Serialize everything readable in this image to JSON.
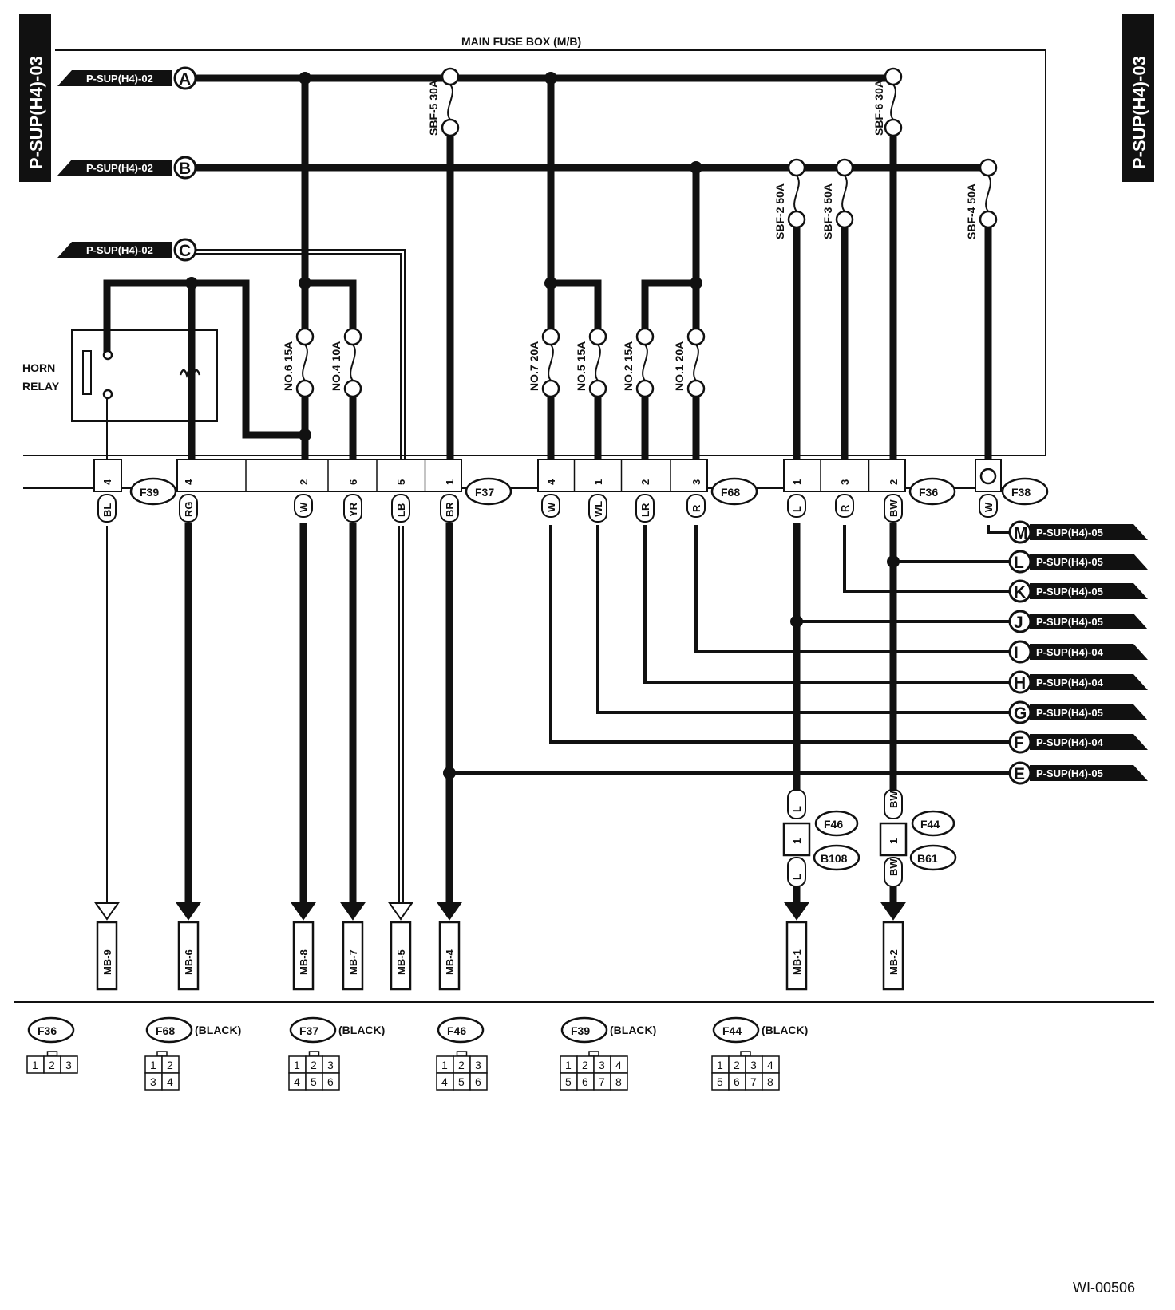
{
  "page_ref_left": "P-SUP(H4)-03",
  "page_ref_right": "P-SUP(H4)-03",
  "fuse_box_title": "MAIN FUSE BOX (M/B)",
  "figure_id": "WI-00506",
  "horn_relay": "HORN RELAY",
  "inputs": [
    {
      "letter": "A",
      "ref": "P-SUP(H4)-02"
    },
    {
      "letter": "B",
      "ref": "P-SUP(H4)-02"
    },
    {
      "letter": "C",
      "ref": "P-SUP(H4)-02"
    }
  ],
  "fuses": [
    {
      "id": "sbf5",
      "label": "SBF-5 30A"
    },
    {
      "id": "sbf6",
      "label": "SBF-6 30A"
    },
    {
      "id": "sbf2",
      "label": "SBF-2 50A"
    },
    {
      "id": "sbf3",
      "label": "SBF-3 50A"
    },
    {
      "id": "sbf4",
      "label": "SBF-4 50A"
    },
    {
      "id": "no6",
      "label": "NO.6 15A"
    },
    {
      "id": "no4",
      "label": "NO.4 10A"
    },
    {
      "id": "no7",
      "label": "NO.7 20A"
    },
    {
      "id": "no5",
      "label": "NO.5 15A"
    },
    {
      "id": "no2",
      "label": "NO.2 15A"
    },
    {
      "id": "no1",
      "label": "NO.1 20A"
    }
  ],
  "connectors": [
    {
      "id": "F39",
      "pins": [
        {
          "pin": "4",
          "color": "BL"
        }
      ]
    },
    {
      "id": "F37",
      "pins": [
        {
          "pin": "4",
          "color": "RG"
        },
        {
          "pin": "2",
          "color": "W"
        },
        {
          "pin": "6",
          "color": "YR"
        },
        {
          "pin": "5",
          "color": "LB"
        },
        {
          "pin": "1",
          "color": "BR"
        }
      ]
    },
    {
      "id": "F68",
      "pins": [
        {
          "pin": "4",
          "color": "W"
        },
        {
          "pin": "1",
          "color": "WL"
        },
        {
          "pin": "2",
          "color": "LR"
        },
        {
          "pin": "3",
          "color": "R"
        }
      ]
    },
    {
      "id": "F36",
      "pins": [
        {
          "pin": "1",
          "color": "L"
        },
        {
          "pin": "3",
          "color": "R"
        },
        {
          "pin": "2",
          "color": "BW"
        }
      ]
    },
    {
      "id": "F38",
      "pins": [
        {
          "pin": "",
          "color": "W"
        }
      ]
    }
  ],
  "outputs_right": [
    {
      "letter": "M",
      "ref": "P-SUP(H4)-05"
    },
    {
      "letter": "L",
      "ref": "P-SUP(H4)-05"
    },
    {
      "letter": "K",
      "ref": "P-SUP(H4)-05"
    },
    {
      "letter": "J",
      "ref": "P-SUP(H4)-05"
    },
    {
      "letter": "I",
      "ref": "P-SUP(H4)-04"
    },
    {
      "letter": "H",
      "ref": "P-SUP(H4)-04"
    },
    {
      "letter": "G",
      "ref": "P-SUP(H4)-05"
    },
    {
      "letter": "F",
      "ref": "P-SUP(H4)-04"
    },
    {
      "letter": "E",
      "ref": "P-SUP(H4)-05"
    }
  ],
  "inline_connectors": [
    {
      "top": "F46",
      "bottom": "B108",
      "pin": "1",
      "color": "L"
    },
    {
      "top": "F44",
      "bottom": "B61",
      "pin": "1",
      "color": "BW"
    }
  ],
  "terminals": [
    "MB-9",
    "MB-6",
    "MB-8",
    "MB-7",
    "MB-5",
    "MB-4",
    "MB-1",
    "MB-2"
  ],
  "legend": [
    {
      "id": "F36",
      "note": "",
      "rows": [
        [
          "1",
          "2",
          "3"
        ]
      ]
    },
    {
      "id": "F68",
      "note": "(BLACK)",
      "rows": [
        [
          "1",
          "2"
        ],
        [
          "3",
          "4"
        ]
      ]
    },
    {
      "id": "F37",
      "note": "(BLACK)",
      "rows": [
        [
          "1",
          "2",
          "3"
        ],
        [
          "4",
          "5",
          "6"
        ]
      ]
    },
    {
      "id": "F46",
      "note": "",
      "rows": [
        [
          "1",
          "2",
          "3"
        ],
        [
          "4",
          "5",
          "6"
        ]
      ]
    },
    {
      "id": "F39",
      "note": "(BLACK)",
      "rows": [
        [
          "1",
          "2",
          "3",
          "4"
        ],
        [
          "5",
          "6",
          "7",
          "8"
        ]
      ]
    },
    {
      "id": "F44",
      "note": "(BLACK)",
      "rows": [
        [
          "1",
          "2",
          "3",
          "4"
        ],
        [
          "5",
          "6",
          "7",
          "8"
        ]
      ]
    }
  ]
}
